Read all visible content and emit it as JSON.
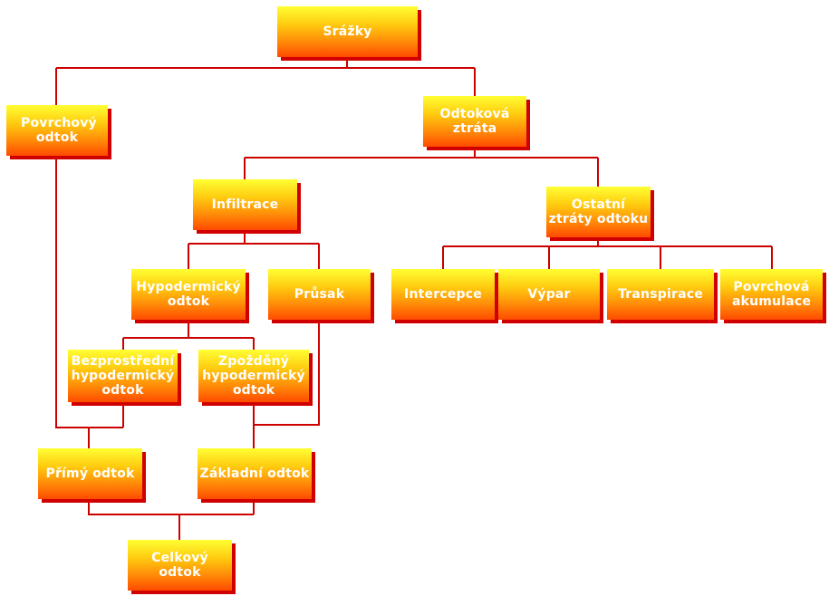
{
  "colors": {
    "line": "#cc0000",
    "shadow": "#d10000",
    "text": "#ffffff"
  },
  "nodes": {
    "srazky": "Srážky",
    "povrchovy_odtok": "Povrchový odtok",
    "odtokova_ztrata": "Odtoková ztráta",
    "infiltrace": "Infiltrace",
    "ostatni_ztraty": "Ostatní ztráty odtoku",
    "hypodermicky_odtok": "Hypodermický odtok",
    "prusak": "Průsak",
    "intercepce": "Intercepce",
    "vypar": "Výpar",
    "transpirace": "Transpirace",
    "povrchova_akumulace": "Povrchová akumulace",
    "bezprostredni": "Bezprostřední hypodermický odtok",
    "zpozdeny": "Zpožděný hypodermický odtok",
    "primy_odtok": "Přímý odtok",
    "zakladni_odtok": "Základní odtok",
    "celkovy_odtok": "Celkový odtok"
  }
}
